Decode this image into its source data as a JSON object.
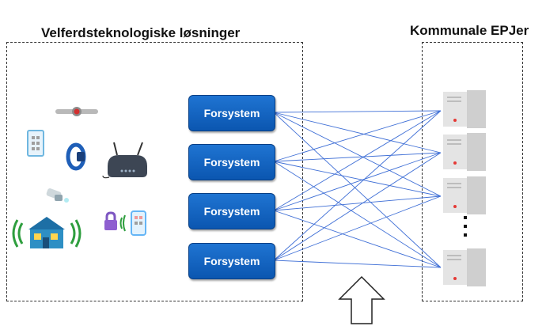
{
  "left_title": "Velferdsteknologiske løsninger",
  "right_title": "Kommunale EPJer",
  "forsystems": [
    {
      "label": "Forsystem"
    },
    {
      "label": "Forsystem"
    },
    {
      "label": "Forsystem"
    },
    {
      "label": "Forsystem"
    }
  ],
  "server_count": 4,
  "ellipsis_between_servers": true,
  "icons": [
    "sensor-strip-icon",
    "keypad-panel-icon",
    "fitness-band-icon",
    "router-icon",
    "pill-dispenser-icon",
    "smart-house-icon",
    "smart-lock-icon"
  ],
  "colors": {
    "button": "#1565c0",
    "wires": "#3f6fd6",
    "server": "#d9d9d9",
    "server_light": "#cdcdcd",
    "server_led": "#e53935",
    "house_body": "#2e8fc4",
    "signal_waves": "#2e9e3e"
  }
}
